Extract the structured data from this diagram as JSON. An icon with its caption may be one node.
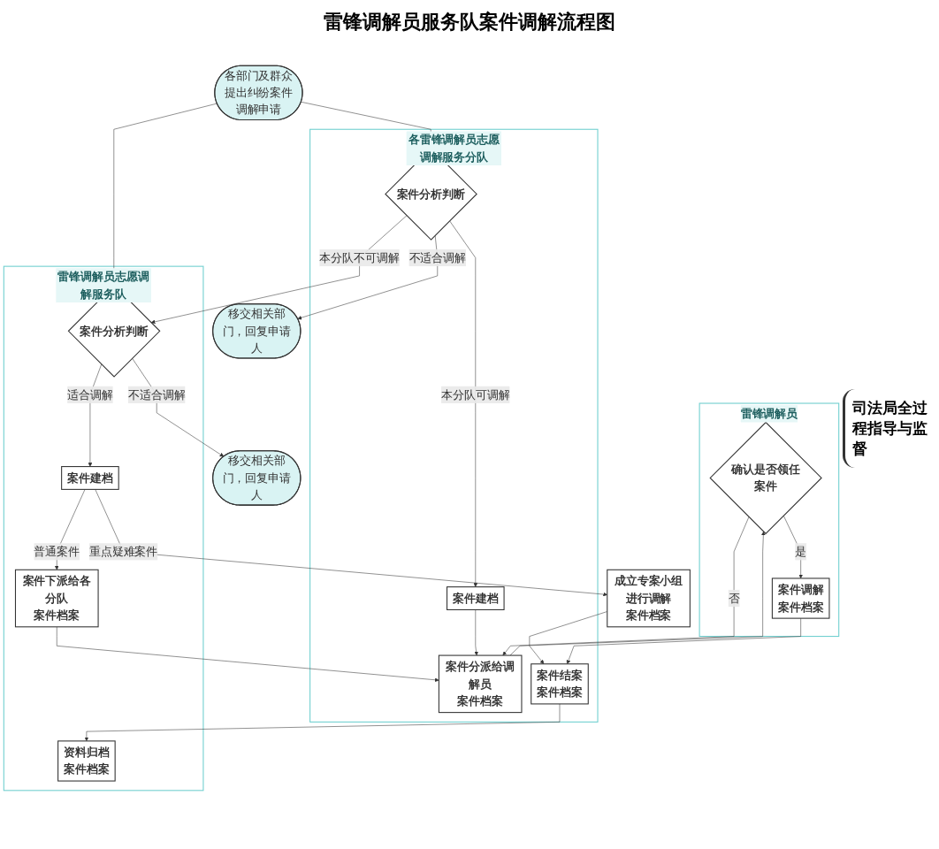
{
  "diagram": {
    "title": "雷锋调解员服务队案件调解流程图",
    "nodes": [
      {
        "text": [
          "雷锋调解员"
        ]
      },
      {
        "text": [
          "各雷锋调解员志愿调解服务分队"
        ]
      },
      {
        "text": [
          "雷锋调解员志愿调解服务队"
        ]
      },
      {
        "text": [
          "各部门及群众提出纠纷案件调解申请"
        ]
      },
      {
        "text": [
          "案件分析判断"
        ],
        "in": 1
      },
      {
        "text": [
          "移交相关部门，回复申请人"
        ]
      },
      {
        "text": [
          "案件分析判断"
        ],
        "in": 2
      },
      {
        "text": [
          "移交相关部门，回复申请人"
        ]
      },
      {
        "text": [
          "案件建档"
        ],
        "in": 1
      },
      {
        "text": [
          "案件建档"
        ],
        "in": 2
      },
      {
        "text": [
          "案件分派给调解员",
          "案件档案"
        ],
        "in": 1
      },
      {
        "text": [
          "案件下派给各分队",
          "案件档案"
        ],
        "in": 2
      },
      {
        "text": [
          "成立专案小组进行调解",
          "案件档案"
        ]
      },
      {
        "text": [
          "确认是否领任案件"
        ],
        "in": 0
      },
      {
        "text": [
          "案件调解",
          "案件档案"
        ],
        "in": 0
      },
      {
        "text": [
          "案件结案",
          "案件档案"
        ],
        "in": 1
      },
      {
        "text": [
          "资料归档",
          "案件档案"
        ],
        "in": 2
      }
    ],
    "edges": [
      {
        "from": 3,
        "to": 4,
        "arrow": "to"
      },
      {
        "from": 3,
        "to": 6,
        "arrow": "to"
      },
      {
        "from": 4,
        "to": 5,
        "arrow": "to",
        "label": "不适合调解"
      },
      {
        "from": 4,
        "to": 6,
        "arrow": "to",
        "label": "本分队不可调解"
      },
      {
        "from": 4,
        "to": 8,
        "arrow": "to",
        "label": "本分队可调解"
      },
      {
        "from": 6,
        "to": 7,
        "arrow": "to",
        "label": "不适合调解"
      },
      {
        "from": 6,
        "to": 9,
        "arrow": "to",
        "label": "适合调解"
      },
      {
        "from": 8,
        "to": 10,
        "arrow": "to"
      },
      {
        "from": 9,
        "to": 11,
        "arrow": "to",
        "label": "普通案件"
      },
      {
        "from": 9,
        "to": 12,
        "arrow": "to",
        "label": "重点疑难案件"
      },
      {
        "from": 11,
        "to": 10,
        "arrow": "to"
      },
      {
        "from": 10,
        "to": 13,
        "arrow": "to"
      },
      {
        "from": 13,
        "to": 10,
        "arrow": "to",
        "label": "否"
      },
      {
        "from": 13,
        "to": 14,
        "arrow": "to",
        "label": "是"
      },
      {
        "from": 12,
        "to": 15,
        "arrow": "to"
      },
      {
        "from": 14,
        "to": 15,
        "arrow": "to"
      },
      {
        "from": 15,
        "to": 16,
        "arrow": "to"
      }
    ],
    "labels": [
      "司法局全过程指导与监督"
    ]
  }
}
